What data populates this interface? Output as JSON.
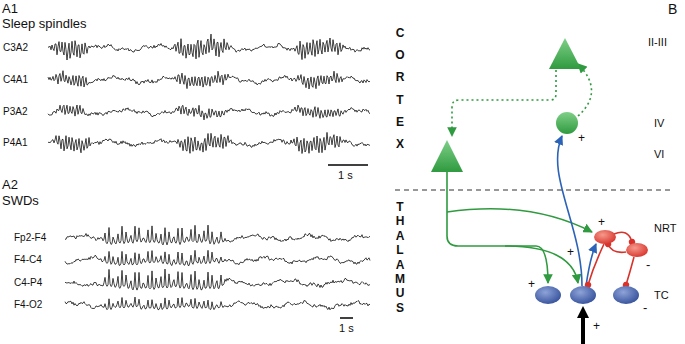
{
  "diagram": {
    "labels": [
      "A1",
      "Sleep spindles",
      "C3A2",
      "C4A1",
      "P3A2",
      "P4A1",
      "1 s",
      "A2",
      "SWDs",
      "Fp2-F4",
      "F4-C4",
      "C4-P4",
      "F4-O2",
      "1 s",
      "B",
      "CORTEX",
      "II-III",
      "IV",
      "VI",
      "+",
      "THALAMUS",
      "NRT",
      "+",
      "+",
      "-",
      "+",
      "TC",
      "-",
      "+"
    ]
  }
}
